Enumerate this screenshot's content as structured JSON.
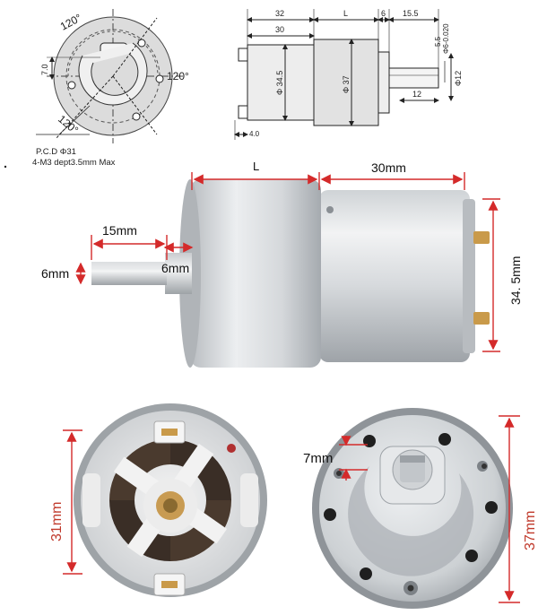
{
  "front_view": {
    "angle_top": "120°",
    "angle_right": "120°",
    "angle_bottom": "120°",
    "dim_7": "7.0",
    "pcd": "P.C.D Φ31",
    "holes": "4-M3 dept3.5mm Max"
  },
  "side_view": {
    "dim_32": "32",
    "dim_L": "L",
    "dim_6": "6",
    "dim_15_5": "15.5",
    "dim_30": "30",
    "dim_34_5": "Φ 34.5",
    "dim_37": "Φ 37",
    "dim_5_5": "5.5",
    "dim_shaft": "Φ6-0.020",
    "dim_12d": "Φ12",
    "dim_12": "12",
    "dim_4": "4.0"
  },
  "photo_side": {
    "label_L": "L",
    "label_30": "30mm",
    "label_15": "15mm",
    "label_6a": "6mm",
    "label_6b": "6mm",
    "label_34_5": "34. 5mm"
  },
  "photo_bottom": {
    "label_31": "31mm",
    "label_7": "7mm",
    "label_37": "37mm"
  },
  "colors": {
    "dimension_red": "#d42a2a",
    "line_black": "#222222",
    "metal_light": "#dadde0",
    "metal_dark": "#8f9499"
  }
}
